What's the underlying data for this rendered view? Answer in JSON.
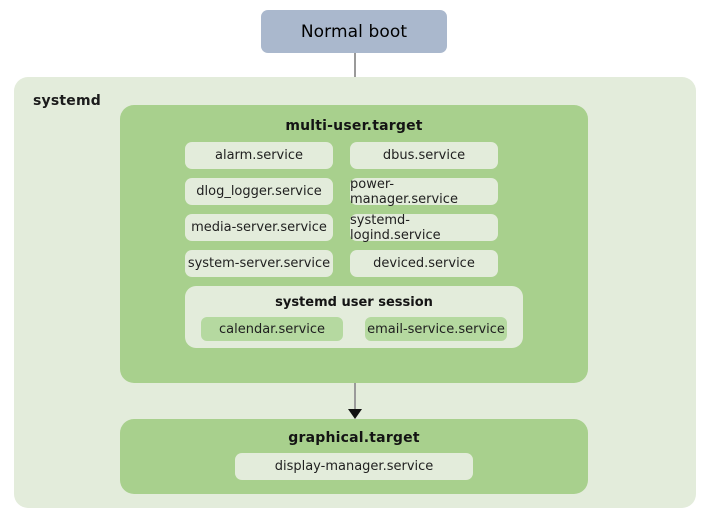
{
  "diagram": {
    "boot": {
      "label": "Normal boot"
    },
    "systemd": {
      "label": "systemd"
    },
    "multi_user_target": {
      "title": "multi-user.target",
      "services": [
        "alarm.service",
        "dbus.service",
        "dlog_logger.service",
        "power-manager.service",
        "media-server.service",
        "systemd-logind.service",
        "system-server.service",
        "deviced.service"
      ],
      "user_session": {
        "title": "systemd user session",
        "services": [
          "calendar.service",
          "email-service.service"
        ]
      }
    },
    "graphical_target": {
      "title": "graphical.target",
      "services": [
        "display-manager.service"
      ]
    }
  },
  "colors": {
    "boot_box": "#aab8cd",
    "outer_panel": "#e3ecdb",
    "target_panel": "#a8d08d",
    "pill": "#e3ecdb",
    "session_pill": "#b5d9a0",
    "arrow_shaft": "#9a9a9a",
    "arrow_head": "#111111"
  }
}
